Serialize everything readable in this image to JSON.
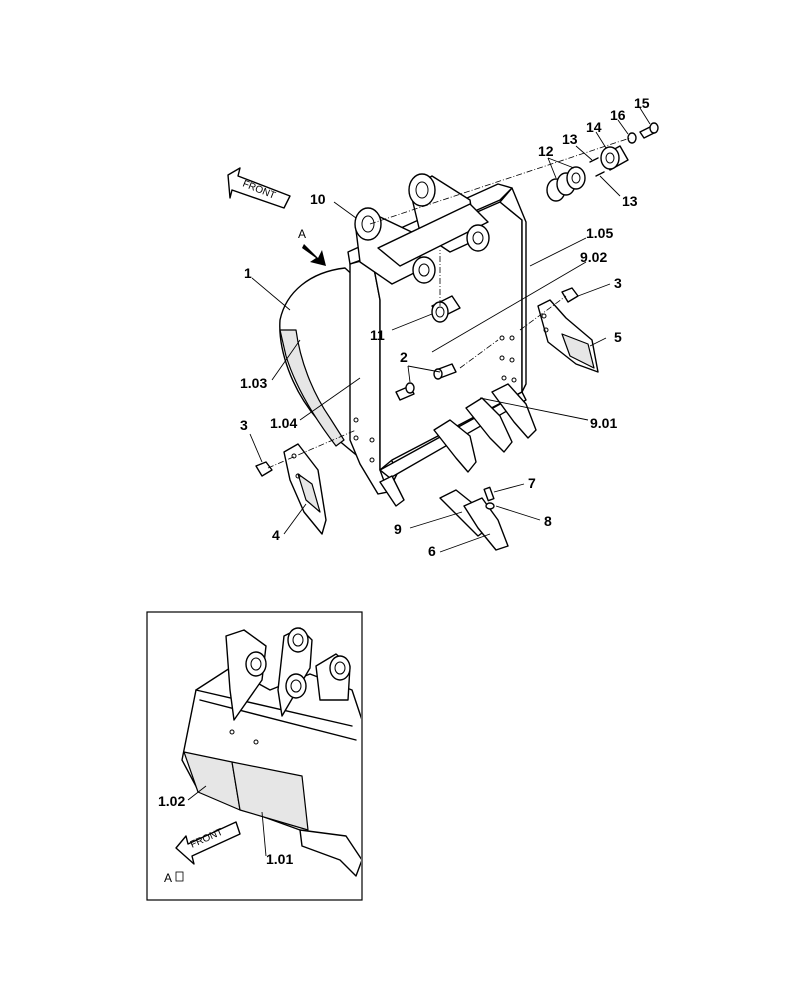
{
  "callouts": {
    "c1": "1",
    "c1_03": "1.03",
    "c1_04": "1.04",
    "c1_05": "1.05",
    "c2": "2",
    "c3_left": "3",
    "c3_right": "3",
    "c4": "4",
    "c5": "5",
    "c6": "6",
    "c7": "7",
    "c8": "8",
    "c9": "9",
    "c9_01": "9.01",
    "c9_02": "9.02",
    "c10": "10",
    "c11": "11",
    "c12": "12",
    "c13_top": "13",
    "c13_bottom": "13",
    "c14": "14",
    "c15": "15",
    "c16": "16"
  },
  "direction": {
    "front_top": "FRONT",
    "front_inset": "FRONT",
    "view_a_marker": "A"
  },
  "inset": {
    "c1_01": "1.01",
    "c1_02": "1.02",
    "view_label": "A"
  }
}
